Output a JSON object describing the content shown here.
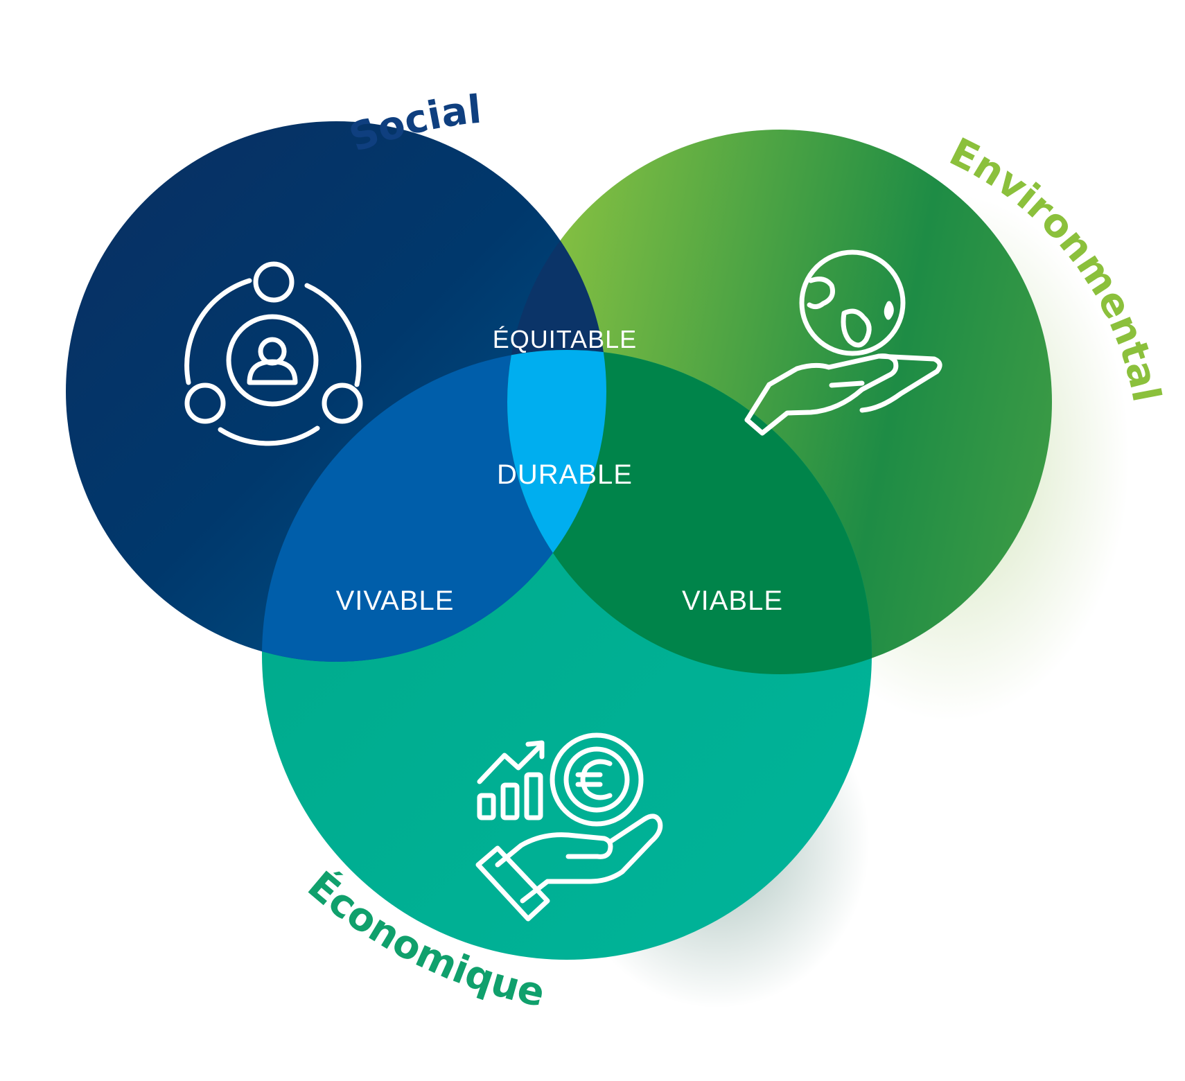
{
  "diagram": {
    "circles": {
      "social": {
        "title": "Social",
        "color": "#0a3a6e",
        "title_color": "#0f3f7f",
        "icon": "people-network-icon"
      },
      "environmental": {
        "title": "Environmental",
        "color": "#1e8c45",
        "title_color": "#8bc03c",
        "icon": "globe-in-hand-icon"
      },
      "economic": {
        "title": "Économique",
        "color": "#00ac86",
        "title_color": "#10a06c",
        "icon": "euro-growth-hand-icon"
      }
    },
    "overlaps": {
      "social_environmental": "ÉQUITABLE",
      "social_economic": "VIVABLE",
      "environmental_economic": "VIABLE",
      "all_three": "DURABLE"
    },
    "overlap_colors": {
      "social_environmental": "#0b3468",
      "social_economic": "#005eaa",
      "environmental_economic": "#00844a",
      "all_three": "#00aeef"
    }
  }
}
